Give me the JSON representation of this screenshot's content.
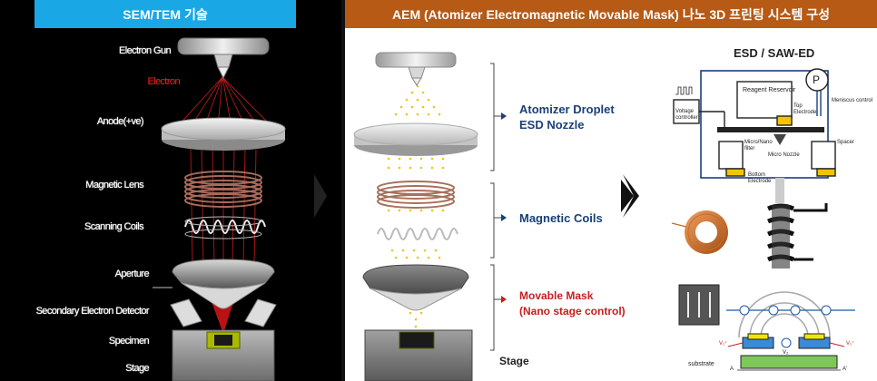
{
  "left_panel": {
    "header": "SEM/TEM 기술",
    "labels": {
      "electron_gun": "Electron Gun",
      "electron": "Electron",
      "anode": "Anode(+ve)",
      "magnetic_lens": "Magnetic Lens",
      "scanning_coils": "Scanning Coils",
      "aperture": "Aperture",
      "secondary_detector": "Secondary Electron Detector",
      "specimen": "Specimen",
      "stage": "Stage"
    }
  },
  "right_panel": {
    "header": "AEM (Atomizer Electromagnetic Movable Mask) 나노 3D 프린팅 시스템 구성",
    "labels": {
      "nozzle_line1": "Atomizer Droplet",
      "nozzle_line2": "ESD Nozzle",
      "coils": "Magnetic Coils",
      "mask_line1": "Movable Mask",
      "mask_line2": "(Nano stage control)",
      "stage": "Stage"
    },
    "esd_title": "ESD / SAW-ED",
    "esd_diagram": {
      "reagent": "Reagent Reservoir",
      "pressure": "P",
      "meniscus": "Meniscus control",
      "voltage": "Voltage controller",
      "top_electrode": "Top Electrode",
      "filter": "Micro/Nano filter",
      "nozzle": "Micro Nozzle",
      "spacer": "Spacer",
      "bottom_electrode": "Bottom Electrode"
    },
    "field_diagram": {
      "substrate": "substrate",
      "a_left": "A",
      "a_right": "A'",
      "v_left": "V₁⁺",
      "v_right": "V₁⁺",
      "v_bottom": "V₂"
    }
  },
  "colors": {
    "left_header": "#19a7e6",
    "right_header": "#b65a16",
    "label_blue": "#1a3f7a",
    "label_red": "#c81e1e",
    "electron_red": "#ff2020",
    "droplet_yellow": "#f0c419"
  }
}
